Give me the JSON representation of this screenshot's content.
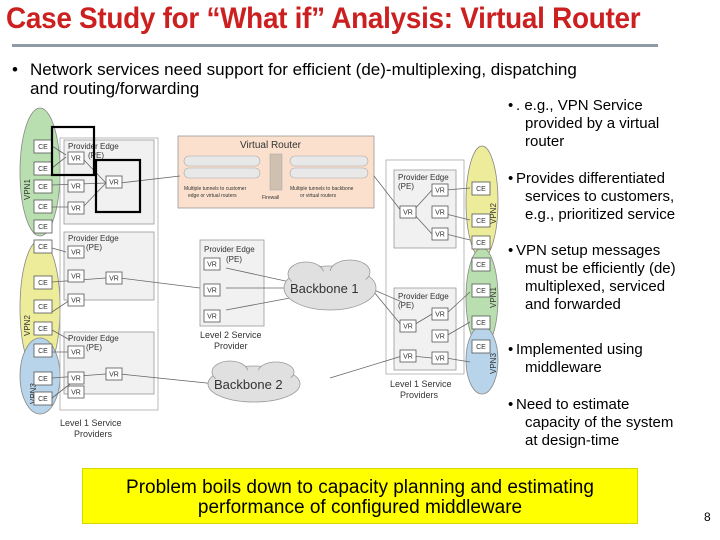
{
  "title": "Case Study for “What if” Analysis: Virtual Router",
  "main_bullet": {
    "marker": "•",
    "line1": "Network services need support for efficient (de)-multiplexing, dispatching",
    "line2": "and routing/forwarding"
  },
  "side_bullets": [
    {
      "marker": "•",
      "lines": [
        ". e.g., VPN Service",
        "provided by a virtual",
        "router"
      ]
    },
    {
      "marker": "•",
      "lines": [
        "Provides differentiated",
        "services to customers,",
        "e.g., prioritized service"
      ]
    },
    {
      "marker": "•",
      "lines": [
        "VPN setup messages",
        "must be efficiently (de)",
        "multiplexed, serviced",
        "and forwarded"
      ]
    },
    {
      "marker": "•",
      "lines": [
        "Implemented using",
        "middleware"
      ]
    },
    {
      "marker": "•",
      "lines": [
        "Need to estimate",
        "capacity of the system",
        "at design-time"
      ]
    }
  ],
  "problem_box": {
    "line1": "Problem boils down to capacity planning and estimating",
    "line2": "performance of configured middleware"
  },
  "page_number": "8",
  "diagram": {
    "ce": "CE",
    "vr": "VR",
    "provider_edge_a": "Provider Edge",
    "provider_edge_b": "(PE)",
    "virtual_router": "Virtual Router",
    "tunnels_customer_1": "Multiple tunnels to customer",
    "tunnels_customer_2": "edge or virtual routers",
    "firewall": "Firewall",
    "tunnels_backbone_1": "Multiple tunnels to backbone",
    "tunnels_backbone_2": "or virtual routers",
    "backbone1": "Backbone 1",
    "backbone2": "Backbone 2",
    "l2_provider_1": "Level 2 Service",
    "l2_provider_2": "Provider",
    "l1_providers_right_1": "Level 1 Service",
    "l1_providers_right_2": "Providers",
    "l1_providers_left_1": "Level 1 Service",
    "l1_providers_left_2": "Providers",
    "vpn1": "VPN1",
    "vpn2": "VPN2",
    "vpn3": "VPN3",
    "colors": {
      "vpn1": "#b9dfb0",
      "vpn2": "#ecec9a",
      "vpn3": "#b7d4ea",
      "pe_box": "#f1f1f1",
      "virtual_router": "#fae0cd",
      "cloud": "#e0e0e0",
      "title": "#cc1f1f",
      "highlight": "#ffff00"
    }
  }
}
